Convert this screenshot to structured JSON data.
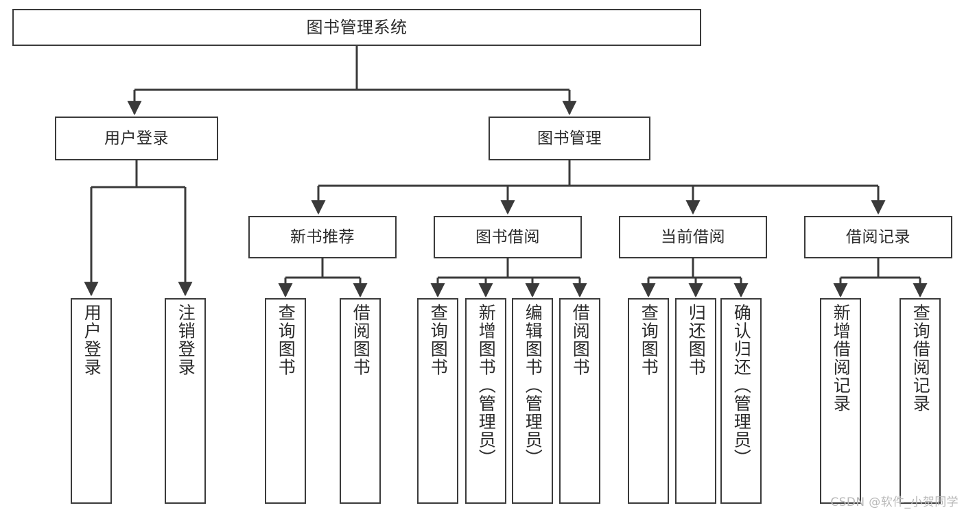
{
  "diagram": {
    "title": "图书管理系统",
    "type": "tree-hierarchy-diagram",
    "orientation": "top-down",
    "colors": {
      "box_border": "#3a3a3a",
      "box_fill": "#ffffff",
      "edge": "#3a3a3a",
      "text": "#2b2b2b",
      "watermark": "#b8b8b8",
      "background": "#ffffff"
    },
    "root": {
      "label": "图书管理系统"
    },
    "level2": [
      {
        "label": "用户登录"
      },
      {
        "label": "图书管理"
      }
    ],
    "level3": [
      {
        "label": "新书推荐"
      },
      {
        "label": "图书借阅"
      },
      {
        "label": "当前借阅"
      },
      {
        "label": "借阅记录"
      }
    ],
    "leaves": {
      "user_login": [
        {
          "label": "用户登录"
        },
        {
          "label": "注销登录"
        }
      ],
      "new_book": [
        {
          "label": "查询图书"
        },
        {
          "label": "借阅图书"
        }
      ],
      "book_borrow": [
        {
          "label": "查询图书"
        },
        {
          "label": "新增图书（管理员）"
        },
        {
          "label": "编辑图书（管理员）"
        },
        {
          "label": "借阅图书"
        }
      ],
      "current_borrow": [
        {
          "label": "查询图书"
        },
        {
          "label": "归还图书"
        },
        {
          "label": "确认归还（管理员）"
        }
      ],
      "borrow_record": [
        {
          "label": "新增借阅记录"
        },
        {
          "label": "查询借阅记录"
        }
      ]
    }
  },
  "watermark": {
    "text": "CSDN @软件_小贺同学"
  }
}
